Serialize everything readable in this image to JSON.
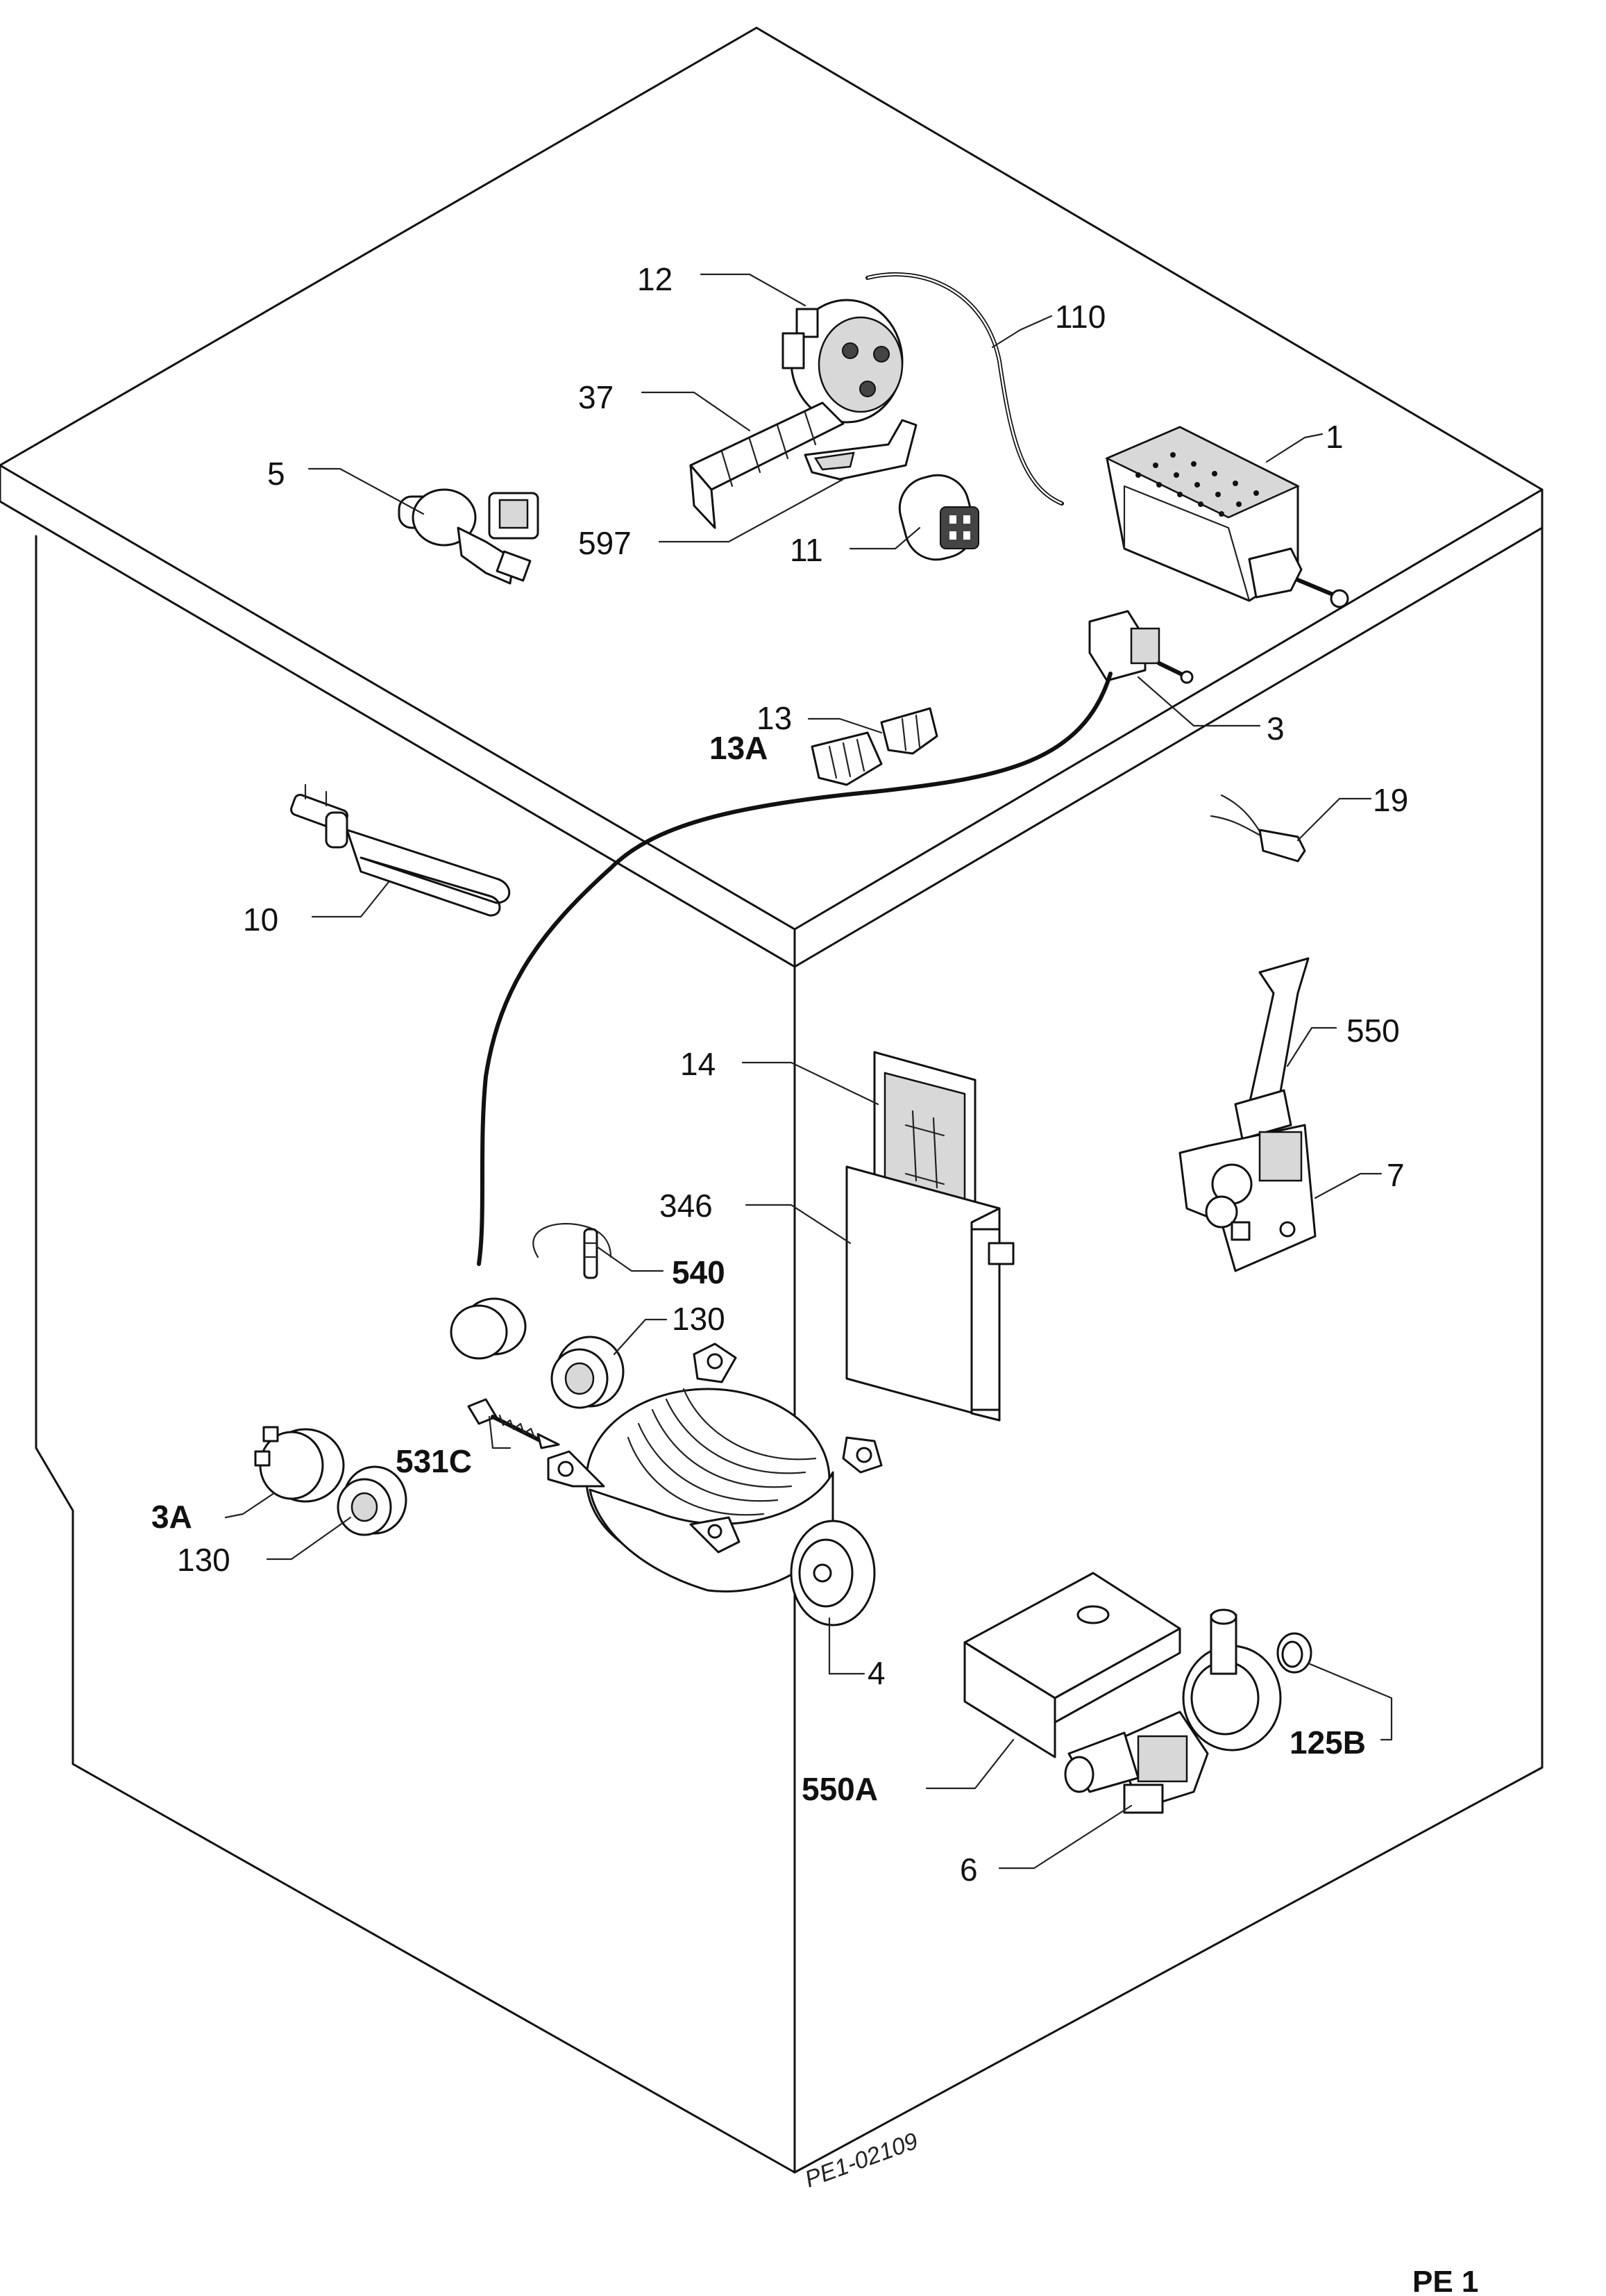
{
  "labels": {
    "l1": "1",
    "l3": "3",
    "l3a": "3A",
    "l4": "4",
    "l5": "5",
    "l6": "6",
    "l7": "7",
    "l10": "10",
    "l11": "11",
    "l12": "12",
    "l13": "13",
    "l13a": "13A",
    "l14": "14",
    "l19": "19",
    "l37": "37",
    "l110": "110",
    "l125b": "125B",
    "l130a": "130",
    "l130b": "130",
    "l346": "346",
    "l531c": "531C",
    "l540": "540",
    "l550": "550",
    "l550a": "550A",
    "l597": "597"
  },
  "drawing_code": "PE1-02109",
  "page_ref": "PE 1"
}
